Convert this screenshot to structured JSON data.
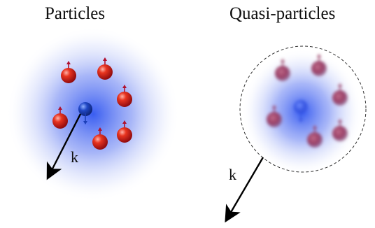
{
  "panels": {
    "left": {
      "title": "Particles",
      "momentum_label": "k"
    },
    "right": {
      "title": "Quasi-particles",
      "momentum_label": "k"
    }
  },
  "colors": {
    "halo": "#2f55f0",
    "spin_up_particle": "#d8121c",
    "spin_up_arrow": "#b0102e",
    "spin_down_particle": "#1c3fb8",
    "spin_down_arrow": "#1c3fb8",
    "boundary": "#333333",
    "momentum_arrow": "#000000"
  },
  "icons": [
    "spin-up-particle",
    "spin-down-particle",
    "momentum-arrow"
  ]
}
